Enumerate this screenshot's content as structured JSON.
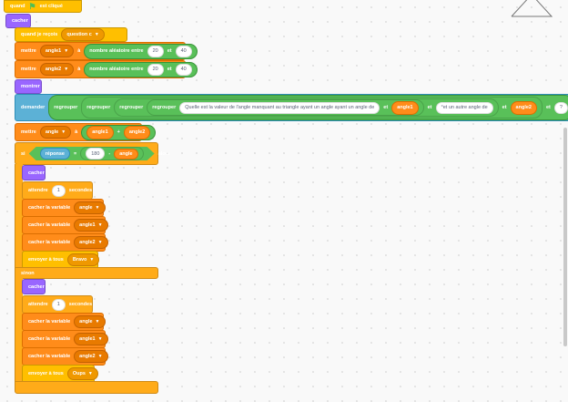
{
  "script": {
    "hat_label": "quand",
    "hat_tail": "est cliqué",
    "hide1": "cacher",
    "when_key_label": "quand je reçois",
    "when_key_value": "question c",
    "set1_label": "mettre",
    "set1_var": "angle1",
    "set1_to": "à",
    "set1_op": "nombre aléatoire entre",
    "set1_a": "20",
    "set1_and": "et",
    "set1_b": "40",
    "set2_label": "mettre",
    "set2_var": "angle2",
    "set2_to": "à",
    "set2_op": "nombre aléatoire entre",
    "set2_a": "20",
    "set2_and": "et",
    "set2_b": "40",
    "show": "montrer",
    "ask_label": "demander",
    "join1": "regrouper",
    "join2": "regrouper",
    "join3": "regrouper",
    "join4": "regrouper",
    "ask_text": "Quelle est la valeur de l'angle manquant au triangle ayant un angle ayant un angle de",
    "ask_angle1": "angle1",
    "ask_et": "et",
    "ask_text2": "°et un autre angle de",
    "ask_et2": "et",
    "ask_angle2": "angle2",
    "ask_et3": "et",
    "ask_end": "?",
    "set3_label": "mettre",
    "set3_var": "angle",
    "set3_to": "à",
    "set3_a": "angle1",
    "set3_plus": "+",
    "set3_b": "angle2",
    "if_label": "si",
    "if_answer": "réponse",
    "if_eq": "=",
    "if_180": "180",
    "if_minus": "-",
    "if_angle": "angle",
    "if_then": "alors",
    "hide2": "cacher",
    "wait1_label": "attendre",
    "wait1_val": "1",
    "wait1_unit": "secondes",
    "hv1_label": "cacher la variable",
    "hv1_var": "angle",
    "hv2_label": "cacher la variable",
    "hv2_var": "angle1",
    "hv3_label": "cacher la variable",
    "hv3_var": "angle2",
    "bc1_label": "envoyer à tous",
    "bc1_val": "Bravo",
    "else_label": "sinon",
    "hide3": "cacher",
    "wait2_label": "attendre",
    "wait2_val": "1",
    "wait2_unit": "secondes",
    "hv4_label": "cacher la variable",
    "hv4_var": "angle",
    "hv5_label": "cacher la variable",
    "hv5_var": "angle1",
    "hv6_label": "cacher la variable",
    "hv6_var": "angle2",
    "bc2_label": "envoyer à tous",
    "bc2_val": "Oups"
  },
  "colors": {
    "events": "#ffbf00",
    "control": "#ffab19",
    "variables": "#ff8c1a",
    "looks": "#9966ff",
    "sensing": "#5cb1d6",
    "operators": "#59c059"
  }
}
